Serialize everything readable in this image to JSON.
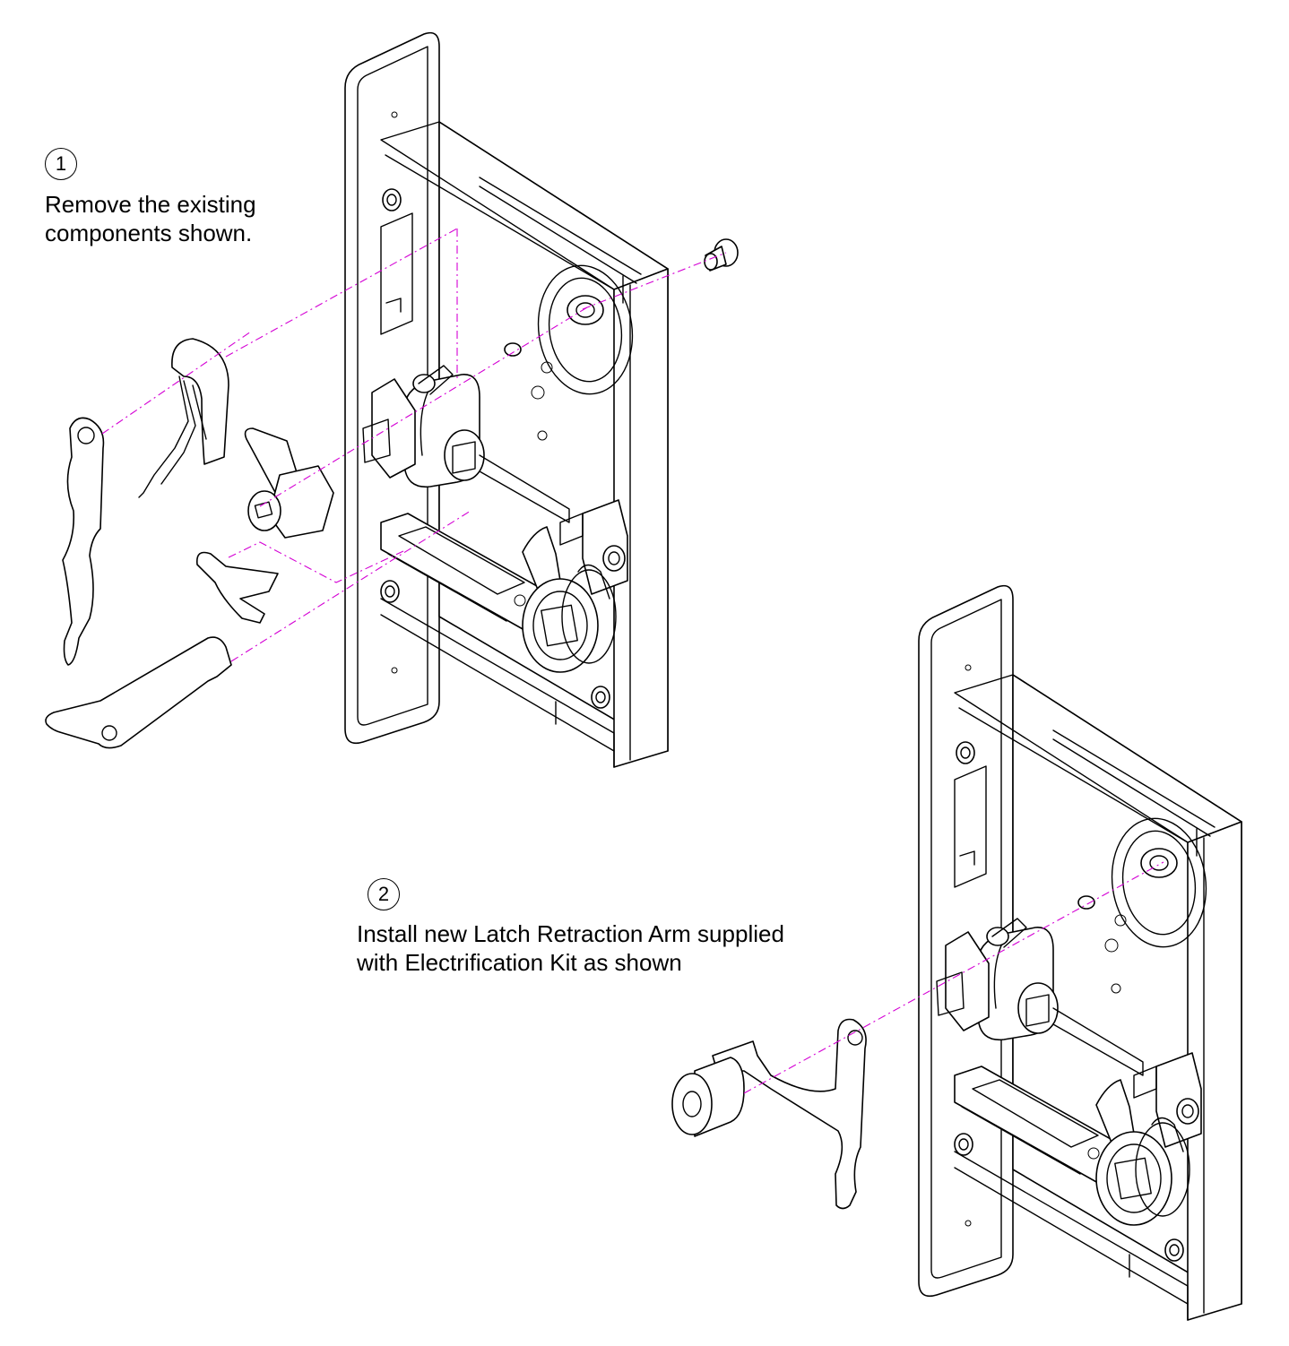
{
  "steps": [
    {
      "number": "1",
      "lines": [
        "Remove the existing",
        "components shown."
      ]
    },
    {
      "number": "2",
      "lines": [
        "Install new Latch Retraction Arm supplied",
        "with Electrification Kit as shown"
      ]
    }
  ],
  "colors": {
    "line": "#000000",
    "alignment_guide": "#d400d4",
    "background": "#ffffff"
  }
}
